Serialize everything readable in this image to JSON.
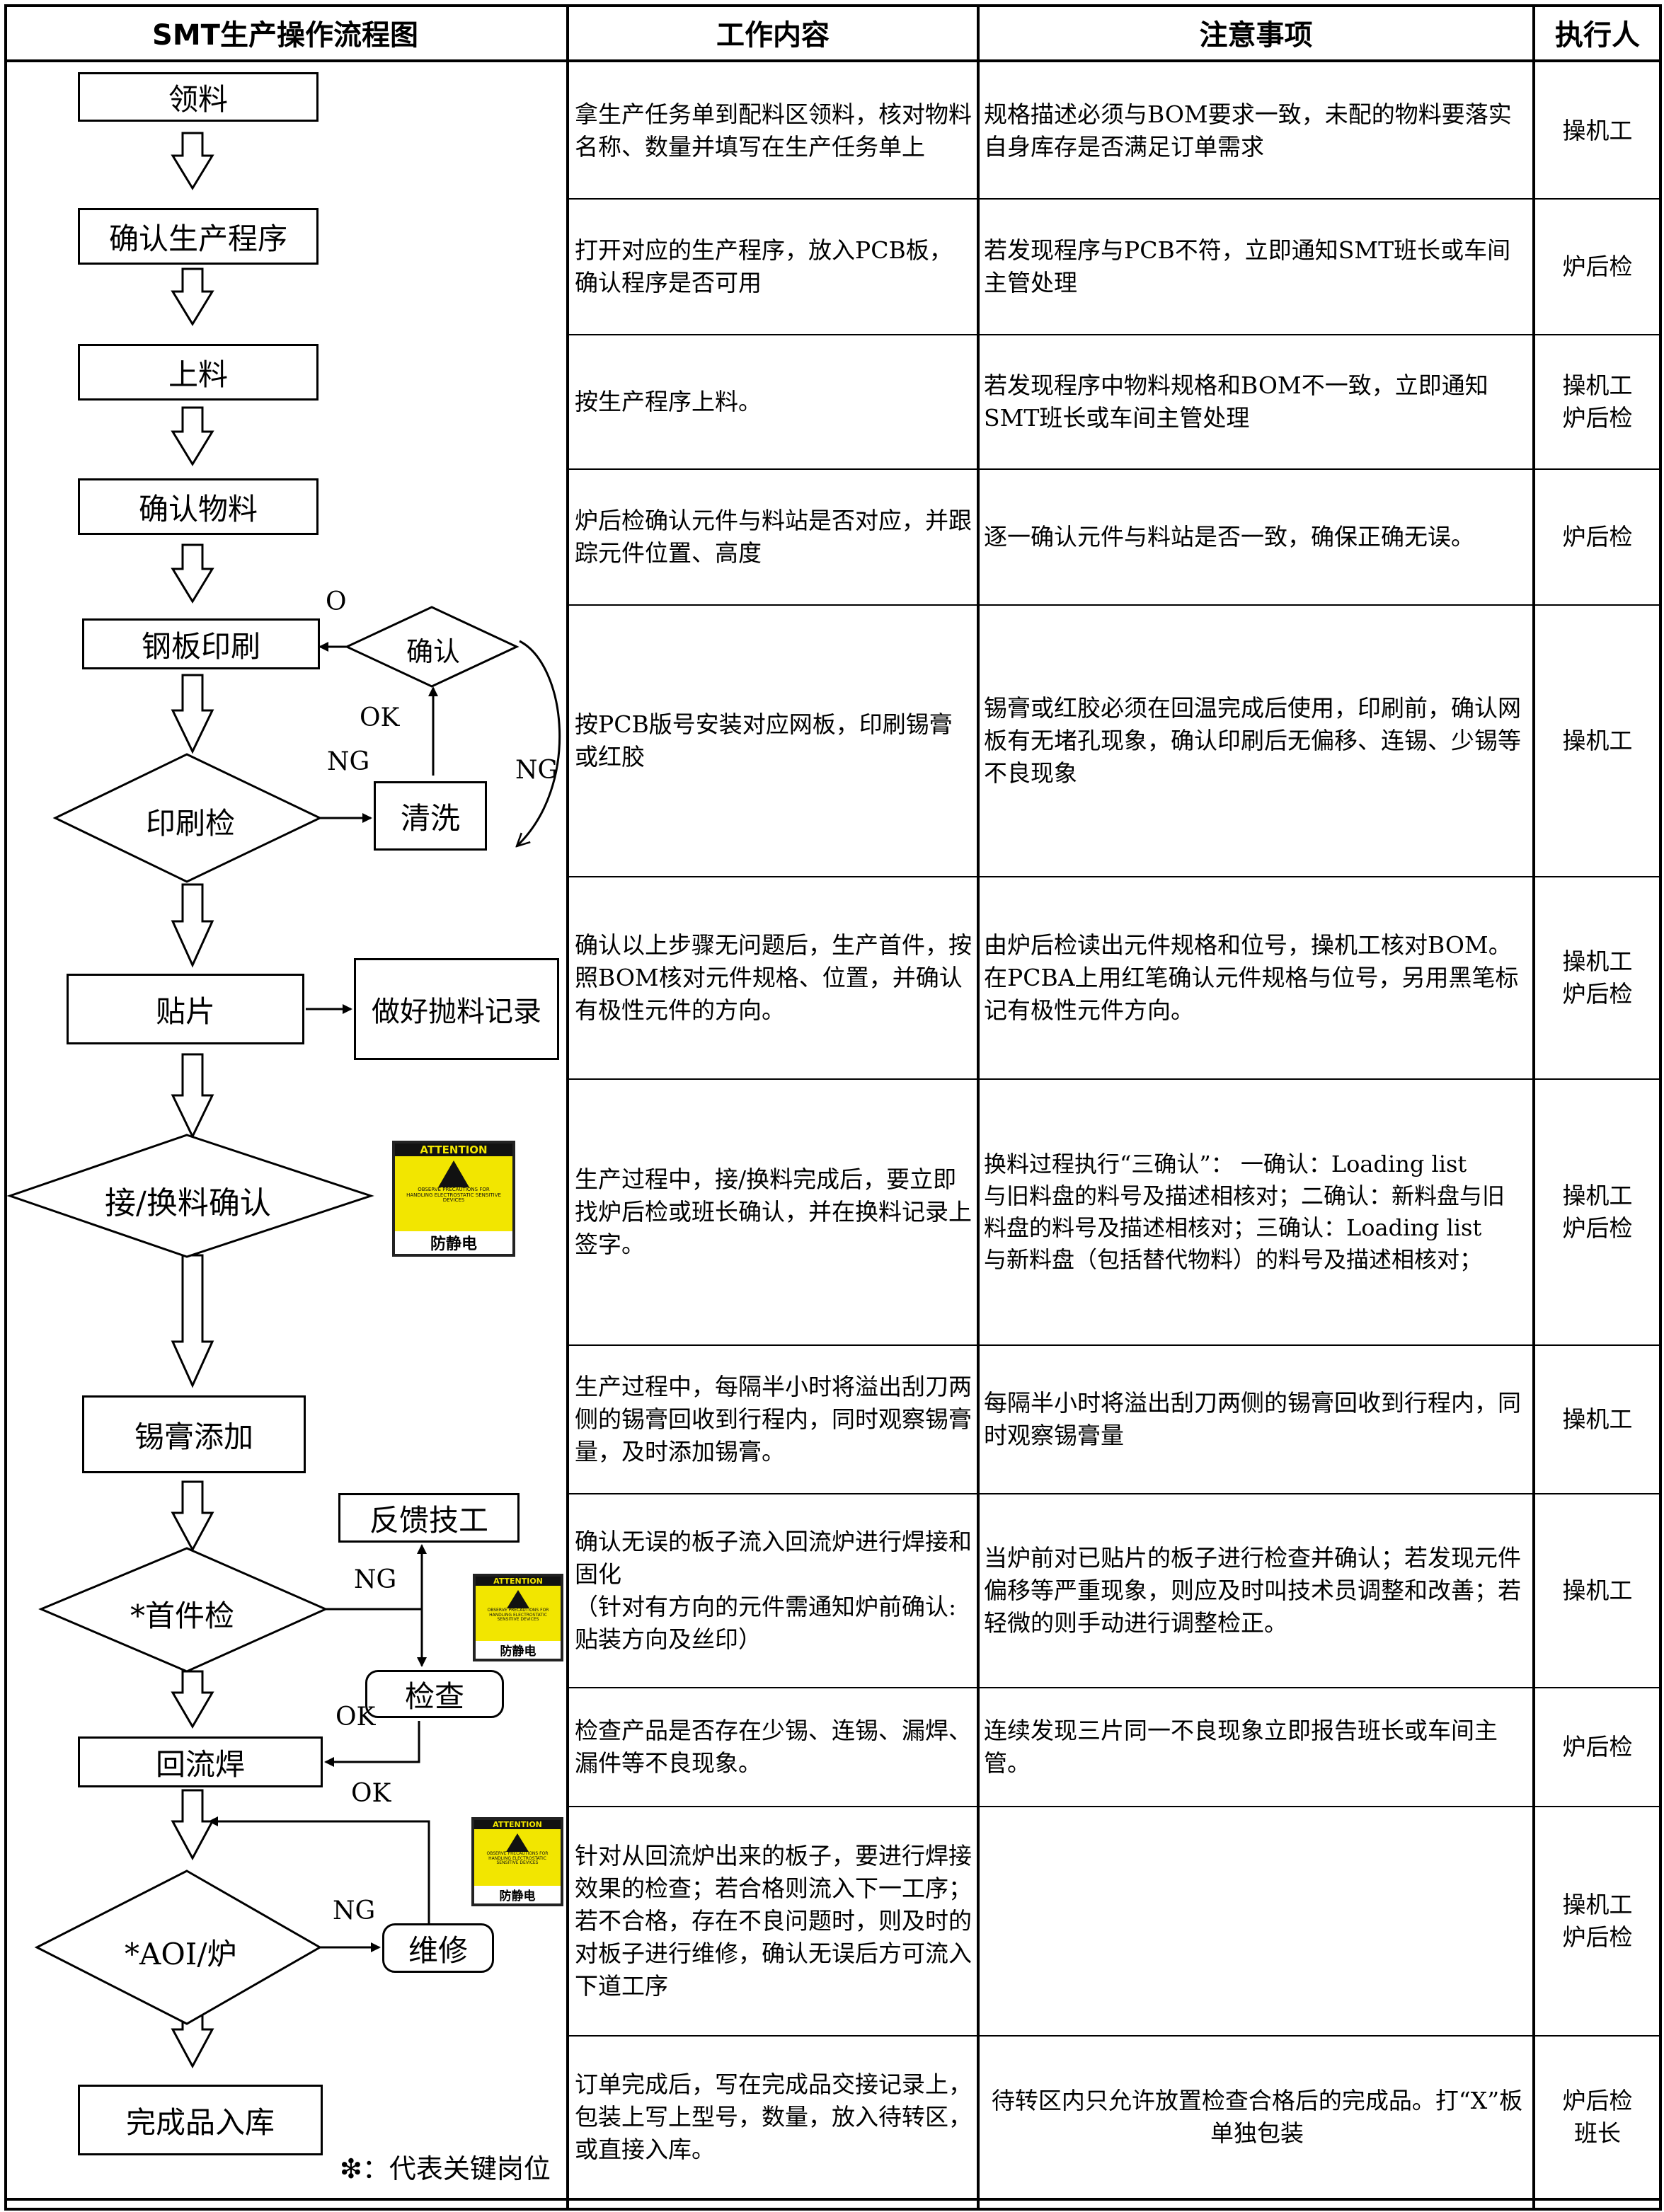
{
  "headers": {
    "flow": "SMT生产操作流程图",
    "work": "工作内容",
    "notes": "注意事项",
    "executor": "执行人"
  },
  "rows": [
    {
      "work": "拿生产任务单到配料区领料，核对物料名称、数量并填写在生产任务单上",
      "notes": "规格描述必须与BOM要求一致，未配的物料要落实自身库存是否满足订单需求",
      "executor": "操机工"
    },
    {
      "work": "打开对应的生产程序，放入PCB板，确认程序是否可用",
      "notes": "若发现程序与PCB不符，立即通知SMT班长或车间主管处理",
      "executor": "炉后检"
    },
    {
      "work": "按生产程序上料。",
      "notes": "若发现程序中物料规格和BOM不一致，立即通知SMT班长或车间主管处理",
      "executor": "操机工\n炉后检"
    },
    {
      "work": "炉后检确认元件与料站是否对应，并跟踪元件位置、高度",
      "notes": "逐一确认元件与料站是否一致，确保正确无误。",
      "executor": "炉后检"
    },
    {
      "work": "按PCB版号安装对应网板，印刷锡膏或红胶",
      "notes": "锡膏或红胶必须在回温完成后使用，印刷前，确认网板有无堵孔现象，确认印刷后无偏移、连锡、少锡等不良现象",
      "executor": "操机工"
    },
    {
      "work": "确认以上步骤无问题后，生产首件，按照BOM核对元件规格、位置，并确认有极性元件的方向。",
      "notes": "由炉后检读出元件规格和位号，操机工核对BOM。在PCBA上用红笔确认元件规格与位号，另用黑笔标记有极性元件方向。",
      "executor": "操机工\n炉后检"
    },
    {
      "work": "生产过程中，接/换料完成后，要立即找炉后检或班长确认，并在换料记录上签字。",
      "notes": "换料过程执行“三确认”：  一确认：Loading list\n与旧料盘的料号及描述相核对；二确认：新料盘与旧\n料盘的料号及描述相核对；三确认：Loading list\n与新料盘（包括替代物料）的料号及描述相核对；",
      "executor": "操机工\n炉后检"
    },
    {
      "work": "生产过程中，每隔半小时将溢出刮刀两侧的锡膏回收到行程内，同时观察锡膏量，及时添加锡膏。",
      "notes": "每隔半小时将溢出刮刀两侧的锡膏回收到行程内，同时观察锡膏量",
      "executor": "操机工"
    },
    {
      "work": "确认无误的板子流入回流炉进行焊接和固化\n（针对有方向的元件需通知炉前确认:贴装方向及丝印）",
      "notes": "当炉前对已贴片的板子进行检查并确认；若发现元件偏移等严重现象，则应及时叫技术员调整和改善；若轻微的则手动进行调整检正。",
      "executor": "操机工"
    },
    {
      "work": "检查产品是否存在少锡、连锡、漏焊、漏件等不良现象。",
      "notes": "连续发现三片同一不良现象立即报告班长或车间主管。",
      "executor": "炉后检"
    },
    {
      "work": "针对从回流炉出来的板子，要进行焊接效果的检查；若合格则流入下一工序；若不合格，存在不良问题时，则及时的对板子进行维修，确认无误后方可流入下道工序",
      "notes": "",
      "executor": "操机工\n炉后检"
    },
    {
      "work": "订单完成后，写在完成品交接记录上，包装上写上型号，数量，放入待转区，或直接入库。",
      "notes": "待转区内只允许放置检查合格后的完成品。打“X”板单独包装",
      "executor": "炉后检\n班长"
    }
  ],
  "flow": {
    "step1": "领料",
    "step2": "确认生产程序",
    "step3": "上料",
    "step4": "确认物料",
    "step5": "钢板印刷",
    "confirm": "确认",
    "print_check": "印刷检",
    "clean": "清洗",
    "mount": "贴片",
    "throw_record": "做好抛料记录",
    "splice_check": "接/换料确认",
    "paste_add": "锡膏添加",
    "first_check": "*首件检",
    "feedback": "反馈技工",
    "inspect": "检查",
    "reflow": "回流焊",
    "aoi": "*AOI/炉",
    "repair": "维修",
    "storage": "完成品入库",
    "label_o": "O",
    "label_ok": "OK",
    "label_ng": "NG",
    "legend": "❇：代表关键岗位"
  },
  "esd_label": {
    "attention": "ATTENTION",
    "small": "OBSERVE PRECAUTIONS FOR HANDLING ELECTROSTATIC SENSITIVE DEVICES",
    "bottom": "防静电",
    "color": "#f2e600"
  }
}
